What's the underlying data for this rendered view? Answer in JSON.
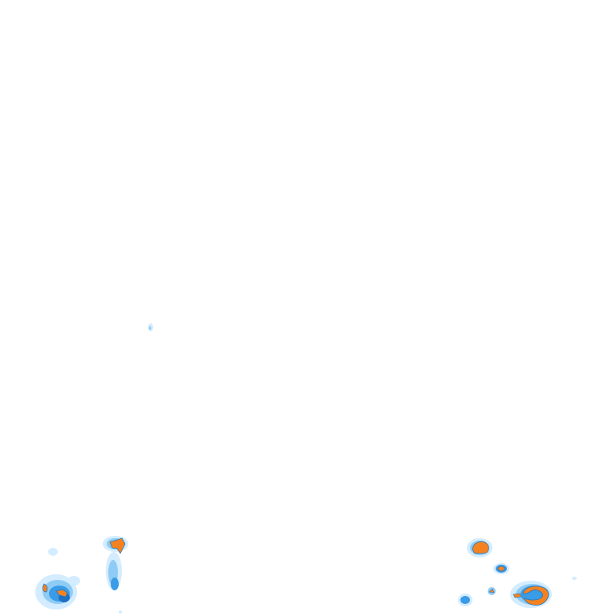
{
  "tile": {
    "background": "#ffffff",
    "palette": {
      "light": "#d4ecff",
      "mid": "#8fccf5",
      "blue": "#3a9be6",
      "deep": "#1f6fc4",
      "orange": "#f58220",
      "outline": "#2a78b8"
    },
    "cells": [
      {
        "name": "cell-stray-speck"
      },
      {
        "name": "cell-west-main"
      },
      {
        "name": "cell-west-north"
      },
      {
        "name": "cell-west-column"
      },
      {
        "name": "cell-east-north"
      },
      {
        "name": "cell-east-small"
      },
      {
        "name": "cell-east-tiny"
      },
      {
        "name": "cell-east-crescent"
      },
      {
        "name": "cell-east-low"
      },
      {
        "name": "cell-east-edge"
      }
    ]
  }
}
